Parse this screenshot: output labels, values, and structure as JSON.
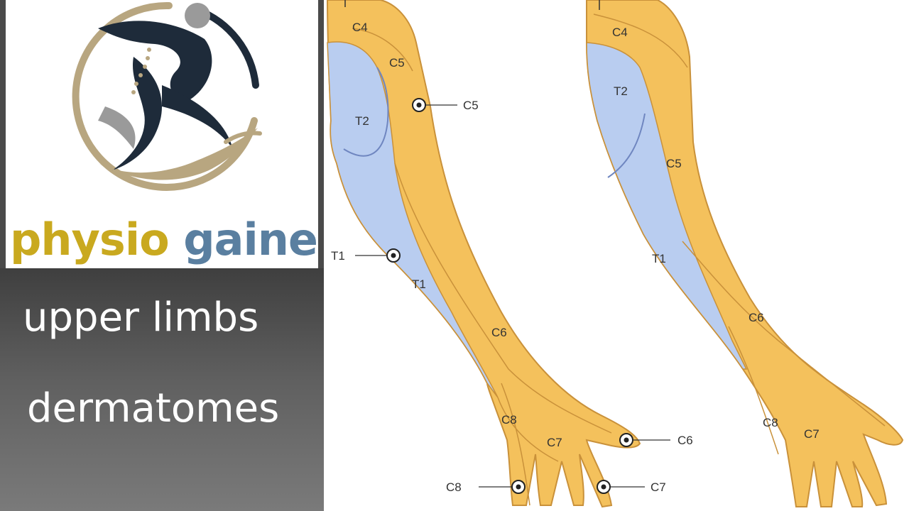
{
  "brand": {
    "word1": "physio",
    "word2": "gainer"
  },
  "caption": {
    "line1": "upper  limbs",
    "line2": "dermatomes"
  },
  "colors": {
    "skin_yellow": "#f4c15c",
    "skin_light": "#fbd88a",
    "dermatome_blue": "#b9cdf0",
    "outline": "#c9913a",
    "brand_gold": "#c9a91f",
    "brand_blue": "#5a7fa0"
  },
  "anterior_view": {
    "labels": {
      "c4": "C4",
      "c5": "C5",
      "t2": "T2",
      "t1": "T1",
      "c6": "C6",
      "c8": "C8",
      "c7": "C7"
    },
    "keypoints": {
      "c5": "C5",
      "t1": "T1",
      "c6": "C6",
      "c8": "C8",
      "c7": "C7"
    }
  },
  "posterior_view": {
    "labels": {
      "c4": "C4",
      "t2": "T2",
      "c5": "C5",
      "t1": "T1",
      "c6": "C6",
      "c8": "C8",
      "c7": "C7"
    }
  }
}
